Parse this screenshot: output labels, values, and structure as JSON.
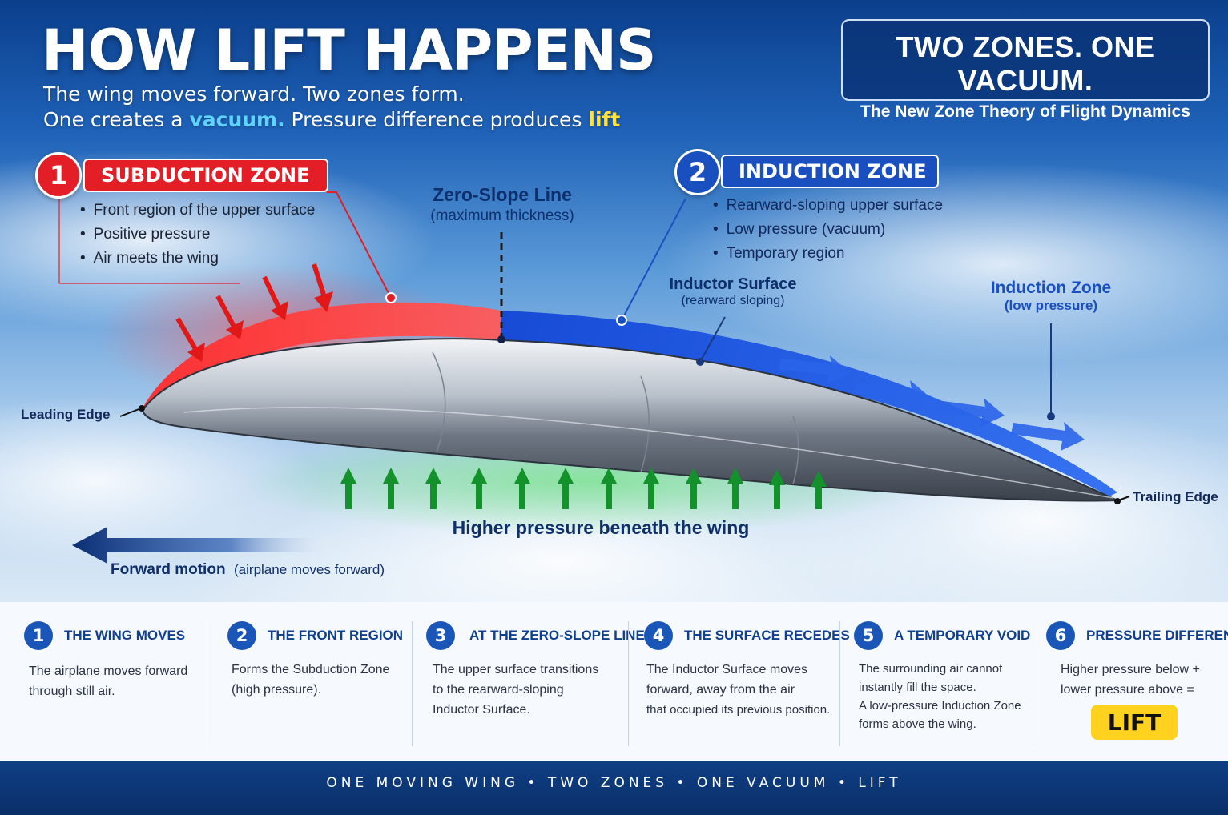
{
  "header": {
    "title": "HOW LIFT HAPPENS",
    "subtitle_line1": "The wing moves forward. Two zones form.",
    "subtitle_line2_a": "One creates a ",
    "subtitle_line2_vacuum": "vacuum.",
    "subtitle_line2_b": " Pressure difference produces ",
    "subtitle_line2_lift": "lift"
  },
  "badge": {
    "title": "TWO ZONES.  ONE VACUUM.",
    "subtitle": "The New Zone Theory of Flight Dynamics"
  },
  "zone1": {
    "number": "1",
    "label": "SUBDUCTION ZONE",
    "bullets": [
      "Front region of the upper surface",
      "Positive pressure",
      "Air meets the wing"
    ],
    "color": "#e41e26"
  },
  "zone2": {
    "number": "2",
    "label": "INDUCTION ZONE",
    "bullets": [
      "Rearward-sloping upper surface",
      "Low pressure (vacuum)",
      "Temporary region"
    ],
    "color": "#1a4fc0"
  },
  "diagram": {
    "zero_slope_title": "Zero-Slope Line",
    "zero_slope_sub": "(maximum thickness)",
    "inductor_title": "Inductor Surface",
    "inductor_sub": "(rearward sloping)",
    "induction_title": "Induction Zone",
    "induction_sub": "(low pressure)",
    "leading_edge": "Leading Edge",
    "trailing_edge": "Trailing Edge",
    "higher_pressure": "Higher pressure beneath the wing",
    "forward_motion": "Forward motion",
    "forward_motion_sub": "(airplane moves forward)"
  },
  "steps": [
    {
      "num": "1",
      "title": "THE WING MOVES",
      "text_lines": [
        "The airplane moves forward",
        "through still air."
      ]
    },
    {
      "num": "2",
      "title": "THE FRONT REGION",
      "text_lines": [
        "Forms the Subduction Zone",
        "(high pressure)."
      ]
    },
    {
      "num": "3",
      "title": "AT THE ZERO-SLOPE LINE",
      "text_lines": [
        "The upper surface transitions",
        "to the rearward-sloping",
        "Inductor Surface."
      ]
    },
    {
      "num": "4",
      "title": "THE SURFACE RECEDES",
      "text_lines": [
        "The Inductor Surface moves",
        "forward, away from the air",
        "that occupied its previous position."
      ]
    },
    {
      "num": "5",
      "title": "A TEMPORARY VOID",
      "text_lines": [
        "The surrounding air cannot",
        "instantly fill the space.",
        "A low-pressure Induction Zone",
        "forms above the wing."
      ]
    },
    {
      "num": "6",
      "title": "PRESSURE DIFFERENCE",
      "text_lines": [
        "Higher pressure below +",
        "lower pressure above ="
      ],
      "highlight": "LIFT"
    }
  ],
  "footer": {
    "text": "ONE MOVING WING  •  TWO ZONES  •  ONE VACUUM  •  LIFT"
  }
}
